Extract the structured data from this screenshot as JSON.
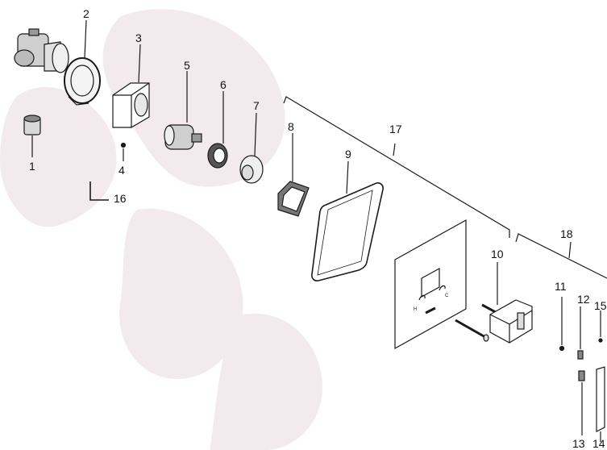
{
  "diagram": {
    "type": "exploded parts diagram",
    "watermark_color": "#f1e8ec",
    "line_color": "#1a1a1a",
    "part_labels": [
      "1",
      "2",
      "3",
      "4",
      "5",
      "6",
      "7",
      "8",
      "9",
      "10",
      "11",
      "12",
      "15",
      "13",
      "14",
      "16",
      "17",
      "18"
    ]
  }
}
